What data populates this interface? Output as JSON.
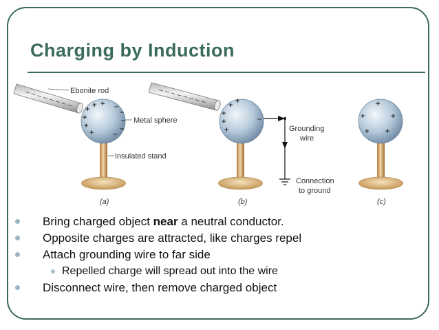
{
  "slide": {
    "title": "Charging by Induction",
    "figure": {
      "labels": {
        "ebonite_rod": "Ebonite rod",
        "metal_sphere": "Metal sphere",
        "insulated_stand": "Insulated stand",
        "grounding_wire_1": "Grounding",
        "grounding_wire_2": "wire",
        "connection_1": "Connection",
        "connection_2": "to ground",
        "panel_a": "(a)",
        "panel_b": "(b)",
        "panel_c": "(c)"
      }
    },
    "bullets": [
      {
        "pre": "Bring charged object ",
        "bold": "near",
        "post": " a neutral conductor."
      },
      {
        "text": "Opposite charges are attracted, like charges repel"
      },
      {
        "text": "Attach grounding wire to far side"
      },
      {
        "text": "Repelled charge will spread out into the wire",
        "sub": true
      },
      {
        "text": "Disconnect wire, then remove charged object"
      }
    ],
    "colors": {
      "accent": "#3a6b5a",
      "bullet": "#9bb5c4"
    }
  }
}
